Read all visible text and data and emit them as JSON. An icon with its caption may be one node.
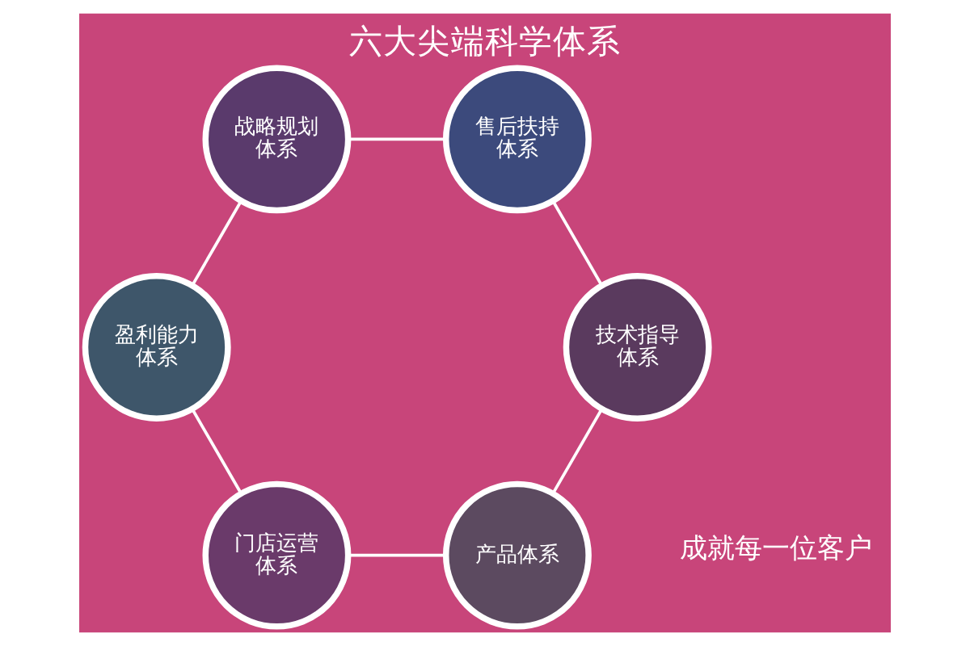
{
  "diagram": {
    "title": "六大尖端科学体系",
    "nodes": [
      {
        "text": [
          "产品体系"
        ]
      },
      {
        "text": [
          "技术指导体系"
        ]
      },
      {
        "text": [
          "门店运营体系"
        ]
      },
      {
        "text": [
          "售后扶持体系"
        ]
      },
      {
        "text": [
          "盈利能力体系"
        ]
      },
      {
        "text": [
          "战略规划体系"
        ]
      }
    ],
    "edges": [
      {
        "from": 0,
        "to": 2,
        "arrow": "none"
      },
      {
        "from": 2,
        "to": 4,
        "arrow": "none"
      },
      {
        "from": 4,
        "to": 5,
        "arrow": "none"
      },
      {
        "from": 5,
        "to": 3,
        "arrow": "none"
      },
      {
        "from": 3,
        "to": 1,
        "arrow": "none"
      },
      {
        "from": 1,
        "to": 0,
        "arrow": "none"
      }
    ],
    "labels": [
      "成就每一位客户"
    ]
  }
}
